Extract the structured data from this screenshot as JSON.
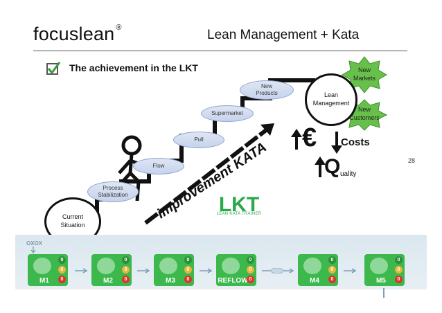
{
  "header": {
    "brand": "focuslean",
    "brand_mark": "®",
    "title": "Lean Management + Kata"
  },
  "subtitle": "The achievement in the LKT",
  "page_number": "28",
  "steps": {
    "current": "Current\nSituation",
    "process": "Process\nStabilization",
    "flow": "Flow",
    "pull": "Pull",
    "supermarket": "Supermarket",
    "new_products": "New\nProducts",
    "lean": "Lean\nManagement"
  },
  "stars": {
    "markets": "New\nMarkets",
    "customers": "New\nCustomers"
  },
  "kata_banner": "improvement KATA",
  "results": {
    "euro": "€",
    "costs": "Costs",
    "quality_big": "Q",
    "quality_small": "uality"
  },
  "lkt_logo": {
    "text": "LKT",
    "subtitle": "LEAN KATA TRAINER"
  },
  "flow_strip": {
    "header": "OXOX",
    "stations": [
      {
        "label": "M1",
        "counts": [
          "0",
          "0",
          "0"
        ]
      },
      {
        "label": "M2",
        "counts": [
          "0",
          "0",
          "0"
        ]
      },
      {
        "label": "M3",
        "counts": [
          "0",
          "0",
          "0"
        ]
      },
      {
        "label": "REFLOW",
        "counts": [
          "0",
          "0",
          "0"
        ]
      },
      {
        "label": "M4",
        "counts": [
          "0",
          "0",
          "0"
        ]
      },
      {
        "label": "M5",
        "counts": [
          "0",
          "0",
          "0"
        ]
      }
    ]
  },
  "colors": {
    "station": "#3cb84c",
    "lkt_green": "#2aa84a",
    "stair": "#111111",
    "ellipse_fill": "#c6d3ec"
  }
}
